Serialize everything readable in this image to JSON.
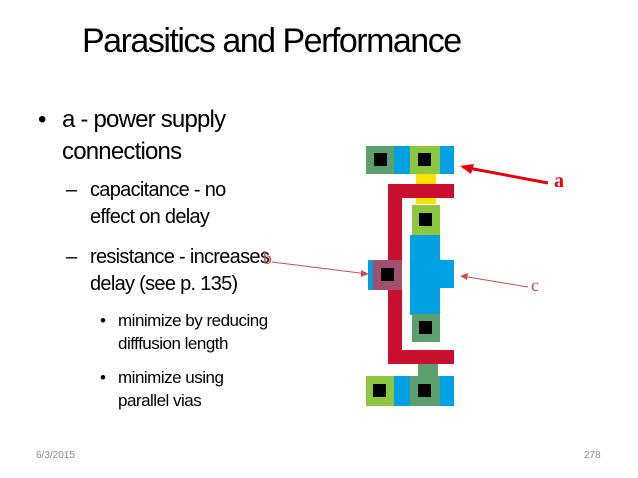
{
  "slide": {
    "title": "Parasitics and Performance",
    "bullets": [
      {
        "marker": "•",
        "lines": [
          "a - power supply",
          "connections"
        ]
      },
      {
        "marker": "–",
        "lines": [
          "capacitance - no",
          "effect on delay"
        ]
      },
      {
        "marker": "–",
        "lines": [
          "resistance - increases",
          "delay (see p. 135)"
        ]
      },
      {
        "marker": "•",
        "lines": [
          "minimize by reducing",
          "difffusion length"
        ]
      },
      {
        "marker": "•",
        "lines": [
          "minimize using",
          "parallel vias"
        ]
      }
    ],
    "footer": {
      "date": "6/3/2015",
      "page": "278"
    }
  },
  "layout_figure": {
    "labels": {
      "a": "a",
      "b": "b",
      "c": "c"
    },
    "colors": {
      "polysilicon": "#c8102e",
      "metal": "#00a0e3",
      "diffusion": "#8dc63f",
      "via": "#5b9f6e",
      "contact": "#000000",
      "poly_contact": "#a0506e",
      "yellow_gap": "#ffe000",
      "label_a": "#e0000f",
      "label_bc": "#c0504d"
    }
  }
}
